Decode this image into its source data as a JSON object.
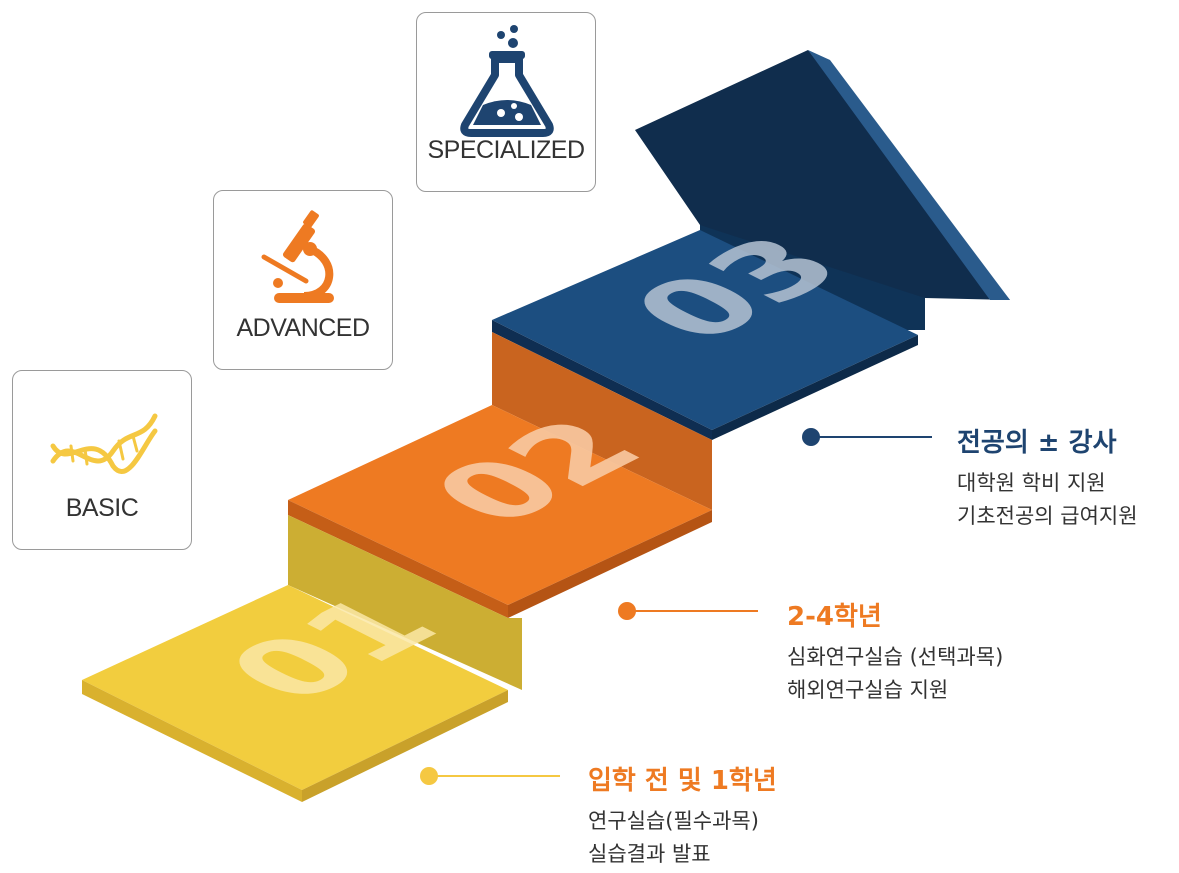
{
  "cards": [
    {
      "label": "BASIC",
      "icon": "dna-icon",
      "color": "#F5C842"
    },
    {
      "label": "ADVANCED",
      "icon": "microscope-icon",
      "color": "#EE7A22"
    },
    {
      "label": "SPECIALIZED",
      "icon": "flask-icon",
      "color": "#1E4470"
    }
  ],
  "steps": [
    {
      "number": "01",
      "color": "#F2CD3E"
    },
    {
      "number": "02",
      "color": "#EE7A22"
    },
    {
      "number": "03",
      "color": "#1C4E80"
    }
  ],
  "info": [
    {
      "title": "입학 전 및 1학년",
      "color": "#EE7A22",
      "dot_color": "#F5C842",
      "lines": [
        "연구실습(필수과목)",
        "실습결과 발표"
      ]
    },
    {
      "title": "2-4학년",
      "color": "#EE7A22",
      "dot_color": "#EE7A22",
      "lines": [
        "심화연구실습 (선택과목)",
        "해외연구실습 지원"
      ]
    },
    {
      "title": "전공의 ± 강사",
      "color": "#1E4470",
      "dot_color": "#1E4470",
      "lines": [
        "대학원 학비 지원",
        "기초전공의 급여지원"
      ]
    }
  ]
}
